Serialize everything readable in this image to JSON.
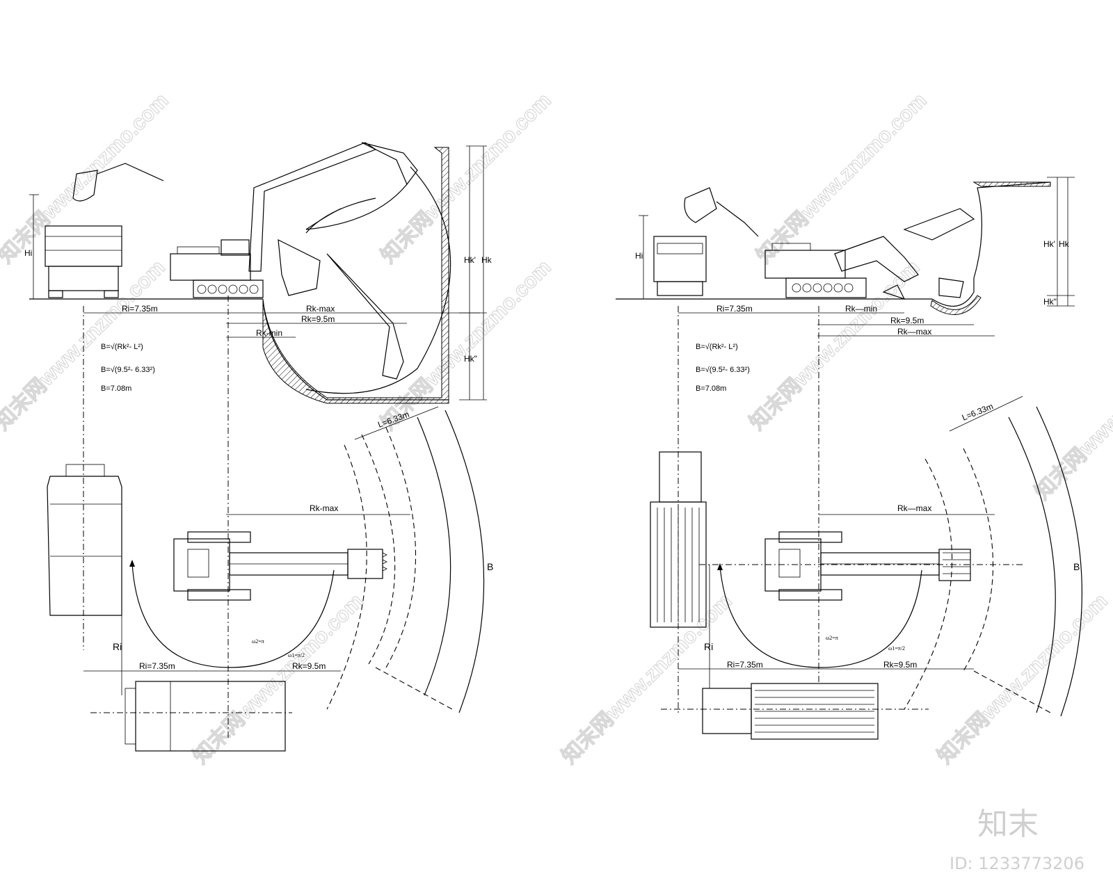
{
  "left": {
    "side": {
      "hi": "Hi",
      "hk_prime": "Hk'",
      "hk": "Hk",
      "hk_dprime": "Hk\"",
      "ri": "Ri=7.35m",
      "rk_max": "Rk-max",
      "rk": "Rk=9.5m",
      "rk_min": "Rk-min"
    },
    "formula": {
      "line1": "B=√(Rk²- L²)",
      "line2": "B=√(9.5²- 6.33²)",
      "line3": "B=7.08m"
    },
    "plan": {
      "l_dim": "L=6.33m",
      "rk_max": "Rk-max",
      "b": "B",
      "ri_v": "Ri",
      "ri": "Ri=7.35m",
      "rk": "Rk=9.5m",
      "omega2": "ω2=π",
      "omega1": "ω1=π/2"
    }
  },
  "right": {
    "side": {
      "hi": "Hi",
      "hk_prime": "Hk'",
      "hk": "Hk",
      "hk_dprime": "Hk\"",
      "ri": "Ri=7.35m",
      "rk_min": "Rk—min",
      "rk": "Rk=9.5m",
      "rk_max": "Rk—max"
    },
    "formula": {
      "line1": "B=√(Rk²- L²)",
      "line2": "B=√(9.5²- 6.33²)",
      "line3": "B=7.08m"
    },
    "plan": {
      "l_dim": "L=6.33m",
      "rk_max": "Rk—max",
      "b": "B",
      "ri_v": "Ri",
      "ri": "Ri=7.35m",
      "rk": "Rk=9.5m",
      "omega2": "ω2=π",
      "omega1": "ω1=π/2"
    }
  },
  "watermark": {
    "text": "知末网www.znzmo.com",
    "brand": "知末",
    "id": "ID: 1233773206"
  }
}
